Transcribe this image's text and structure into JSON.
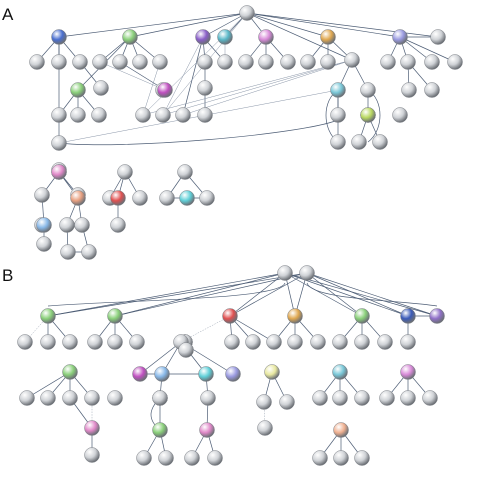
{
  "panels": [
    {
      "label": "A"
    },
    {
      "label": "B"
    }
  ],
  "colors": {
    "gray": "#cfd2d6",
    "blue": "#4a6fd0",
    "green": "#8ad07a",
    "purple": "#8a5fc8",
    "teal": "#5ab8c8",
    "pink": "#d88ad8",
    "orange": "#e0a850",
    "lavender": "#9a9ae0",
    "magenta": "#c050c0",
    "red": "#e05050",
    "salmon": "#e8a080",
    "lightblue": "#7ac8d8",
    "cyan": "#60d0d8",
    "lime": "#b8d860",
    "yellow": "#e8e8a0",
    "violet": "#9070c8",
    "rose": "#e088c8",
    "peach": "#f0b090",
    "navy": "#3a5ab8",
    "sky": "#88b8e8"
  },
  "nodes": [
    {
      "id": "a0",
      "color": "gray"
    },
    {
      "id": "a1",
      "color": "blue"
    },
    {
      "id": "a2",
      "color": "green"
    },
    {
      "id": "a3",
      "color": "purple"
    },
    {
      "id": "a4",
      "color": "teal"
    },
    {
      "id": "a5",
      "color": "pink"
    },
    {
      "id": "a6",
      "color": "orange"
    },
    {
      "id": "a7",
      "color": "gray"
    },
    {
      "id": "a8",
      "color": "lavender"
    },
    {
      "id": "a9",
      "color": "gray"
    },
    {
      "id": "a10",
      "color": "gray"
    },
    {
      "id": "a11",
      "color": "gray"
    },
    {
      "id": "a12",
      "color": "gray"
    },
    {
      "id": "a13",
      "color": "gray"
    },
    {
      "id": "a14",
      "color": "gray"
    },
    {
      "id": "a15",
      "color": "gray"
    },
    {
      "id": "a16",
      "color": "gray"
    },
    {
      "id": "a17",
      "color": "gray"
    },
    {
      "id": "a18",
      "color": "gray"
    },
    {
      "id": "a19",
      "color": "gray"
    },
    {
      "id": "a20",
      "color": "gray"
    },
    {
      "id": "a21",
      "color": "gray"
    },
    {
      "id": "a22",
      "color": "gray"
    },
    {
      "id": "a23",
      "color": "gray"
    },
    {
      "id": "a24",
      "color": "gray"
    },
    {
      "id": "a25",
      "color": "gray"
    },
    {
      "id": "a26",
      "color": "gray"
    },
    {
      "id": "a27",
      "color": "gray"
    },
    {
      "id": "a28",
      "color": "gray"
    },
    {
      "id": "a29",
      "color": "green"
    },
    {
      "id": "a30",
      "color": "gray"
    },
    {
      "id": "a31",
      "color": "gray"
    },
    {
      "id": "a32",
      "color": "gray"
    },
    {
      "id": "a33",
      "color": "gray"
    },
    {
      "id": "a34",
      "color": "magenta"
    },
    {
      "id": "a35",
      "color": "gray"
    },
    {
      "id": "a36",
      "color": "gray"
    },
    {
      "id": "a37",
      "color": "gray"
    },
    {
      "id": "a38",
      "color": "gray"
    },
    {
      "id": "a39",
      "color": "gray"
    },
    {
      "id": "a40",
      "color": "gray"
    },
    {
      "id": "a41",
      "color": "gray"
    },
    {
      "id": "a42",
      "color": "lightblue"
    },
    {
      "id": "a43",
      "color": "gray"
    },
    {
      "id": "a44",
      "color": "gray"
    },
    {
      "id": "a45",
      "color": "gray"
    },
    {
      "id": "a46",
      "color": "gray"
    },
    {
      "id": "a47",
      "color": "lime"
    },
    {
      "id": "a48",
      "color": "gray"
    },
    {
      "id": "a49",
      "color": "gray"
    },
    {
      "id": "a50",
      "color": "gray"
    },
    {
      "id": "a51",
      "color": "gray"
    },
    {
      "id": "a52",
      "color": "gray"
    },
    {
      "id": "a53",
      "color": "green"
    },
    {
      "id": "a54",
      "color": "gray"
    },
    {
      "id": "a55",
      "color": "gray"
    },
    {
      "id": "a56",
      "color": "rose"
    },
    {
      "id": "a57",
      "color": "gray"
    },
    {
      "id": "a58",
      "color": "gray"
    },
    {
      "id": "a59",
      "color": "gray"
    },
    {
      "id": "a60",
      "color": "salmon"
    },
    {
      "id": "a61",
      "color": "sky"
    },
    {
      "id": "a62",
      "color": "gray"
    },
    {
      "id": "a63",
      "color": "gray"
    },
    {
      "id": "a64",
      "color": "gray"
    },
    {
      "id": "a65",
      "color": "gray"
    },
    {
      "id": "a66",
      "color": "gray"
    },
    {
      "id": "a67",
      "color": "gray"
    },
    {
      "id": "a68",
      "color": "red"
    },
    {
      "id": "a69",
      "color": "gray"
    },
    {
      "id": "a70",
      "color": "gray"
    },
    {
      "id": "a71",
      "color": "gray"
    },
    {
      "id": "a72",
      "color": "cyan"
    },
    {
      "id": "a73",
      "color": "gray"
    },
    {
      "id": "b0",
      "color": "gray"
    },
    {
      "id": "b1",
      "color": "gray"
    },
    {
      "id": "b2",
      "color": "green"
    },
    {
      "id": "b3",
      "color": "green"
    },
    {
      "id": "b4",
      "color": "red"
    },
    {
      "id": "b5",
      "color": "orange"
    },
    {
      "id": "b6",
      "color": "green"
    },
    {
      "id": "b7",
      "color": "navy"
    },
    {
      "id": "b8",
      "color": "violet"
    },
    {
      "id": "b9",
      "color": "gray"
    },
    {
      "id": "b10",
      "color": "gray"
    },
    {
      "id": "b11",
      "color": "gray"
    },
    {
      "id": "b12",
      "color": "gray"
    },
    {
      "id": "b13",
      "color": "gray"
    },
    {
      "id": "b14",
      "color": "gray"
    },
    {
      "id": "b15",
      "color": "gray"
    },
    {
      "id": "b16",
      "color": "gray"
    },
    {
      "id": "b17",
      "color": "gray"
    },
    {
      "id": "b18",
      "color": "gray"
    },
    {
      "id": "b19",
      "color": "gray"
    },
    {
      "id": "b20",
      "color": "gray"
    },
    {
      "id": "b21",
      "color": "gray"
    },
    {
      "id": "b22",
      "color": "gray"
    },
    {
      "id": "b23",
      "color": "gray"
    },
    {
      "id": "b24",
      "color": "gray"
    },
    {
      "id": "b25",
      "color": "gray"
    },
    {
      "id": "b26",
      "color": "gray"
    },
    {
      "id": "b27",
      "color": "gray"
    },
    {
      "id": "b28",
      "color": "gray"
    },
    {
      "id": "b29",
      "color": "gray"
    },
    {
      "id": "b30",
      "color": "green"
    },
    {
      "id": "b31",
      "color": "gray"
    },
    {
      "id": "b32",
      "color": "gray"
    },
    {
      "id": "b33",
      "color": "gray"
    },
    {
      "id": "b34",
      "color": "gray"
    },
    {
      "id": "b35",
      "color": "rose"
    },
    {
      "id": "b36",
      "color": "gray"
    },
    {
      "id": "b37",
      "color": "magenta"
    },
    {
      "id": "b38",
      "color": "sky"
    },
    {
      "id": "b39",
      "color": "cyan"
    },
    {
      "id": "b40",
      "color": "lavender"
    },
    {
      "id": "b41",
      "color": "gray"
    },
    {
      "id": "b42",
      "color": "gray"
    },
    {
      "id": "b43",
      "color": "green"
    },
    {
      "id": "b44",
      "color": "rose"
    },
    {
      "id": "b45",
      "color": "gray"
    },
    {
      "id": "b46",
      "color": "gray"
    },
    {
      "id": "b47",
      "color": "gray"
    },
    {
      "id": "b48",
      "color": "gray"
    },
    {
      "id": "b49",
      "color": "yellow"
    },
    {
      "id": "b50",
      "color": "gray"
    },
    {
      "id": "b51",
      "color": "gray"
    },
    {
      "id": "b52",
      "color": "gray"
    },
    {
      "id": "b53",
      "color": "lightblue"
    },
    {
      "id": "b54",
      "color": "gray"
    },
    {
      "id": "b55",
      "color": "gray"
    },
    {
      "id": "b56",
      "color": "gray"
    },
    {
      "id": "b57",
      "color": "pink"
    },
    {
      "id": "b58",
      "color": "gray"
    },
    {
      "id": "b59",
      "color": "gray"
    },
    {
      "id": "b60",
      "color": "gray"
    },
    {
      "id": "b61",
      "color": "peach"
    },
    {
      "id": "b62",
      "color": "gray"
    },
    {
      "id": "b63",
      "color": "gray"
    },
    {
      "id": "b64",
      "color": "gray"
    }
  ]
}
